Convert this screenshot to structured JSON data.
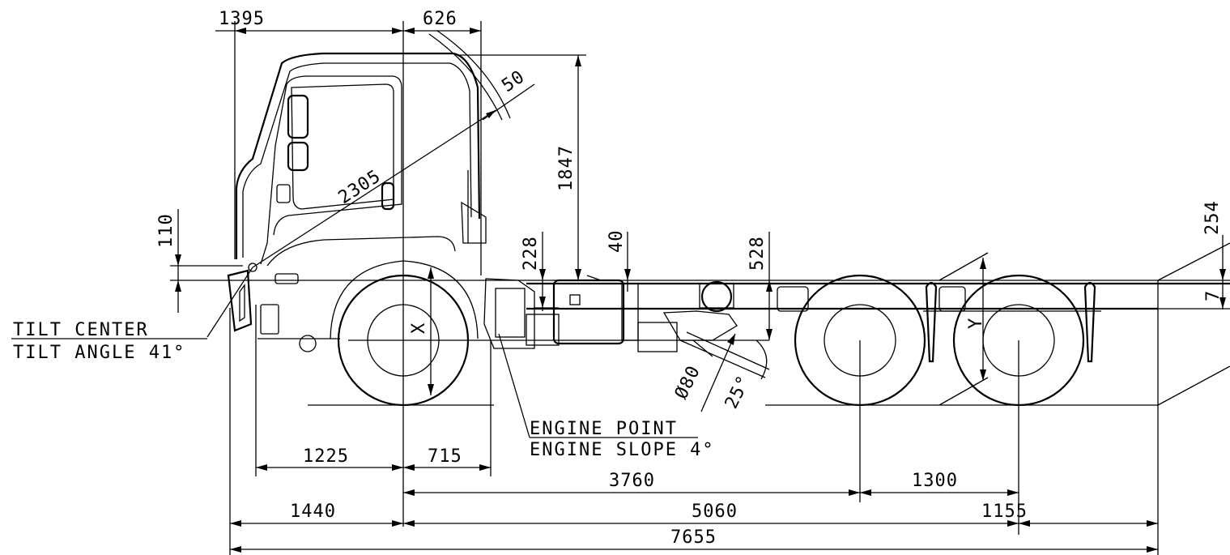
{
  "dimensions": {
    "front_overhang_cab": "1395",
    "cab_rear_clearance": "626",
    "tilt_clearance": "50",
    "tilt_radius": "2305",
    "cab_height_above_frame": "1847",
    "tilt_center_height": "110",
    "engine_height": "228",
    "frame_offset": "40",
    "rear_height": "528",
    "rear_body_height": "254",
    "rear_partial": "7",
    "front_to_axle": "1225",
    "axle_to_engine": "715",
    "wheelbase_first": "3760",
    "rear_axle_spacing": "1300",
    "front_overhang": "1440",
    "wheelbase_total": "5060",
    "rear_overhang": "1155",
    "overall_length": "7655",
    "exhaust_diameter": "Ø80",
    "exhaust_angle": "25°",
    "axle_mark_x": "X",
    "axle_mark_y": "Y"
  },
  "notes": {
    "tilt_center": "TILT CENTER",
    "tilt_angle": "TILT ANGLE 41°",
    "engine_point": "ENGINE POINT",
    "engine_slope": "ENGINE SLOPE 4°"
  }
}
